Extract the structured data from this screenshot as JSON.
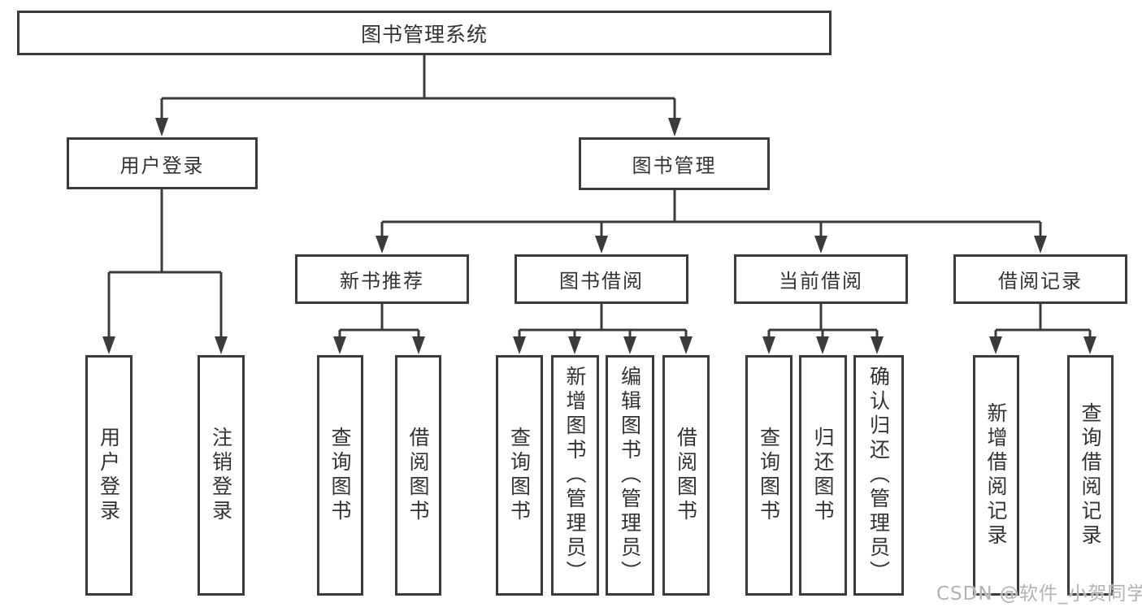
{
  "tree": {
    "root": {
      "label": "图书管理系统"
    },
    "branches": [
      {
        "label": "用户登录",
        "children": [
          {
            "label": "用户登录"
          },
          {
            "label": "注销登录"
          }
        ]
      },
      {
        "label": "图书管理",
        "groups": [
          {
            "label": "新书推荐",
            "children": [
              {
                "label": "查询图书"
              },
              {
                "label": "借阅图书"
              }
            ]
          },
          {
            "label": "图书借阅",
            "children": [
              {
                "label": "查询图书"
              },
              {
                "label": "新增图书（管理员）"
              },
              {
                "label": "编辑图书（管理员）"
              },
              {
                "label": "借阅图书"
              }
            ]
          },
          {
            "label": "当前借阅",
            "children": [
              {
                "label": "查询图书"
              },
              {
                "label": "归还图书"
              },
              {
                "label": "确认归还（管理员）"
              }
            ]
          },
          {
            "label": "借阅记录",
            "children": [
              {
                "label": "新增借阅记录"
              },
              {
                "label": "查询借阅记录"
              }
            ]
          }
        ]
      }
    ]
  },
  "watermark": {
    "text": "CSDN @软件_小贺同学"
  },
  "colors": {
    "line": "#3b3b3b",
    "text": "#333333",
    "watermark": "#b3b3b3",
    "background": "#ffffff"
  }
}
